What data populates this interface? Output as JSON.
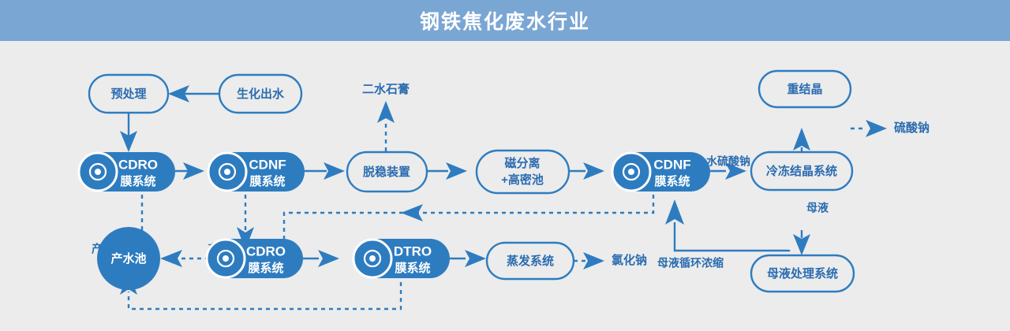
{
  "header": {
    "title": "钢铁焦化废水行业",
    "bar_color": "#7aa6d4",
    "text_color": "#ffffff"
  },
  "theme": {
    "background": "#ececec",
    "accent": "#2e7cc0",
    "outline_text": "#2b6cb0",
    "filled_text": "#ffffff"
  },
  "chart_data": {
    "type": "diagram",
    "title": "钢铁焦化废水行业",
    "diagram_kind": "process-flowchart",
    "nodes": [
      {
        "id": "pretreatment",
        "label": "预处理",
        "style": "outline",
        "icon": null
      },
      {
        "id": "bio-effluent",
        "label": "生化出水",
        "style": "outline",
        "icon": null
      },
      {
        "id": "cdro-1",
        "label_top": "CDRO",
        "label_bottom": "膜系统",
        "style": "filled",
        "icon": "membrane-icon"
      },
      {
        "id": "cdnf-1",
        "label_top": "CDNF",
        "label_bottom": "膜系统",
        "style": "filled",
        "icon": "membrane-icon"
      },
      {
        "id": "destabilizer",
        "label": "脱稳装置",
        "style": "outline",
        "icon": null
      },
      {
        "id": "magsep",
        "label_top": "磁分离",
        "label_bottom": "+高密池",
        "style": "outline",
        "icon": null
      },
      {
        "id": "cdnf-2",
        "label_top": "CDNF",
        "label_bottom": "膜系统",
        "style": "filled",
        "icon": "membrane-icon"
      },
      {
        "id": "freeze-cryst",
        "label": "冷冻结晶系统",
        "style": "outline",
        "icon": null
      },
      {
        "id": "recrystallize",
        "label": "重结晶",
        "style": "outline",
        "icon": null
      },
      {
        "id": "mother-liquor-treat",
        "label": "母液处理系统",
        "style": "outline",
        "icon": null
      },
      {
        "id": "product-pool",
        "label": "产水池",
        "style": "filled-circle",
        "icon": null
      },
      {
        "id": "cdro-2",
        "label_top": "CDRO",
        "label_bottom": "膜系统",
        "style": "filled",
        "icon": "membrane-icon"
      },
      {
        "id": "dtro",
        "label_top": "DTRO",
        "label_bottom": "膜系统",
        "style": "filled",
        "icon": "membrane-icon"
      },
      {
        "id": "evaporation",
        "label": "蒸发系统",
        "style": "outline",
        "icon": null
      }
    ],
    "outputs": [
      {
        "id": "gypsum",
        "label": "二水石膏"
      },
      {
        "id": "sodium-sulfate",
        "label": "硫酸钠"
      },
      {
        "id": "sodium-chloride",
        "label": "氯化钠"
      }
    ],
    "edge_labels": [
      {
        "id": "permeate-1",
        "label": "产水"
      },
      {
        "id": "permeate-2",
        "label": "产水"
      },
      {
        "id": "glauber-salt",
        "label": "十水硫酸钠（芒硝）"
      },
      {
        "id": "mother-liquor",
        "label": "母液"
      },
      {
        "id": "mother-liquor-recycle",
        "label": "母液循环浓缩"
      }
    ],
    "edges": [
      {
        "from": "bio-effluent",
        "to": "pretreatment",
        "style": "solid"
      },
      {
        "from": "pretreatment",
        "to": "cdro-1",
        "style": "solid"
      },
      {
        "from": "cdro-1",
        "to": "cdnf-1",
        "style": "solid"
      },
      {
        "from": "cdnf-1",
        "to": "destabilizer",
        "style": "solid"
      },
      {
        "from": "destabilizer",
        "to": "gypsum",
        "style": "dashed"
      },
      {
        "from": "destabilizer",
        "to": "magsep",
        "style": "solid"
      },
      {
        "from": "magsep",
        "to": "cdnf-2",
        "style": "solid"
      },
      {
        "from": "cdnf-2",
        "to": "freeze-cryst",
        "style": "solid"
      },
      {
        "from": "freeze-cryst",
        "to": "recrystallize",
        "style": "solid",
        "label": "十水硫酸钠（芒硝）"
      },
      {
        "from": "recrystallize",
        "to": "sodium-sulfate",
        "style": "dashed"
      },
      {
        "from": "freeze-cryst",
        "to": "mother-liquor-treat",
        "style": "solid",
        "label": "母液"
      },
      {
        "from": "mother-liquor-treat",
        "to": "cdnf-2",
        "style": "solid",
        "label": "母液循环浓缩"
      },
      {
        "from": "cdro-1",
        "to": "product-pool",
        "style": "dashed",
        "label": "产水"
      },
      {
        "from": "cdnf-1",
        "to": "cdro-2",
        "style": "dashed",
        "label": "产水"
      },
      {
        "from": "cdnf-2",
        "to": "cdro-2",
        "style": "dashed"
      },
      {
        "from": "cdro-2",
        "to": "product-pool",
        "style": "dashed"
      },
      {
        "from": "cdro-2",
        "to": "dtro",
        "style": "solid"
      },
      {
        "from": "dtro",
        "to": "product-pool",
        "style": "dashed"
      },
      {
        "from": "dtro",
        "to": "evaporation",
        "style": "solid"
      },
      {
        "from": "evaporation",
        "to": "sodium-chloride",
        "style": "dashed"
      }
    ]
  },
  "nodes": {
    "pretreatment": {
      "label": "预处理"
    },
    "bio_effluent": {
      "label": "生化出水"
    },
    "cdro_1": {
      "top": "CDRO",
      "bottom": "膜系统"
    },
    "cdnf_1": {
      "top": "CDNF",
      "bottom": "膜系统"
    },
    "destabilizer": {
      "label": "脱稳装置"
    },
    "magsep": {
      "top": "磁分离",
      "bottom": "+高密池"
    },
    "cdnf_2": {
      "top": "CDNF",
      "bottom": "膜系统"
    },
    "freeze_cryst": {
      "label": "冷冻结晶系统"
    },
    "recrystallize": {
      "label": "重结晶"
    },
    "mother_liquor_treat": {
      "label": "母液处理系统"
    },
    "product_pool": {
      "label": "产水池"
    },
    "cdro_2": {
      "top": "CDRO",
      "bottom": "膜系统"
    },
    "dtro": {
      "top": "DTRO",
      "bottom": "膜系统"
    },
    "evaporation": {
      "label": "蒸发系统"
    }
  },
  "outputs": {
    "gypsum": "二水石膏",
    "sodium_sulfate": "硫酸钠",
    "sodium_chloride": "氯化钠"
  },
  "labels": {
    "permeate_1": "产水",
    "permeate_2": "产水",
    "glauber_salt": "十水硫酸钠（芒硝）",
    "mother_liquor": "母液",
    "mother_liquor_recycle": "母液循环浓缩"
  }
}
